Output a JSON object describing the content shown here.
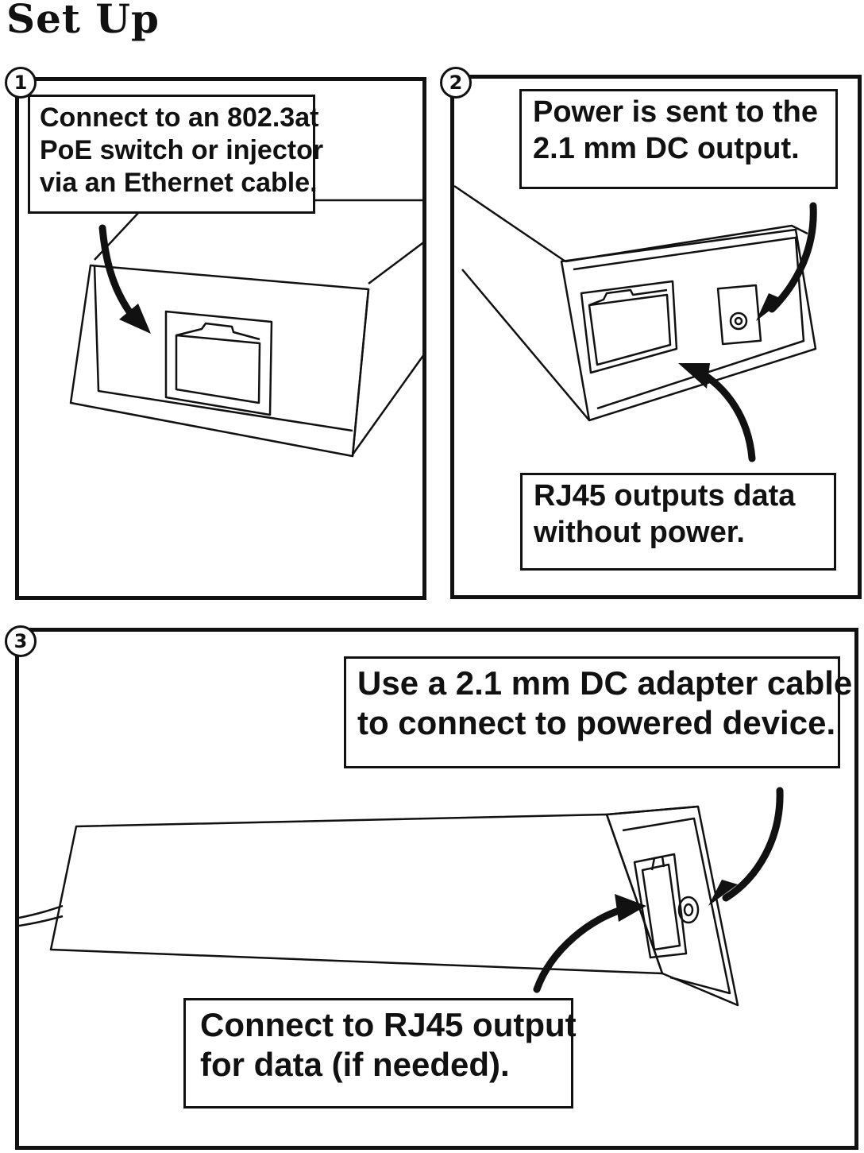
{
  "title": "Set Up",
  "steps": [
    {
      "number": "1",
      "lines": [
        "Connect to an 802.3at",
        "PoE switch or injector",
        "via an Ethernet cable."
      ]
    },
    {
      "number": "2",
      "callouts": [
        {
          "lines": [
            "Power is sent to the",
            "2.1 mm DC output."
          ]
        },
        {
          "lines": [
            "RJ45 outputs data",
            "without power."
          ]
        }
      ]
    },
    {
      "number": "3",
      "callouts": [
        {
          "lines": [
            "Use a 2.1 mm DC adapter cable",
            "to connect to powered device."
          ]
        },
        {
          "lines": [
            "Connect to RJ45 output",
            "for data (if needed)."
          ]
        }
      ]
    }
  ]
}
